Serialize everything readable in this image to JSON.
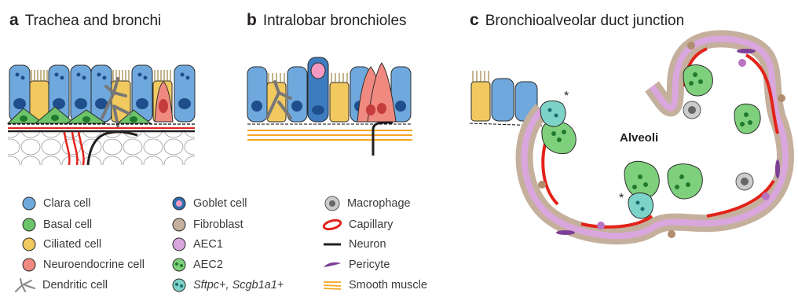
{
  "panels": [
    {
      "letter": "a",
      "title": "Trachea and bronchi"
    },
    {
      "letter": "b",
      "title": "Intralobar bronchioles"
    },
    {
      "letter": "c",
      "title": "Bronchioalveolar duct junction"
    }
  ],
  "diagram_labels": {
    "alveoli": "Alveoli",
    "asterisk": "*"
  },
  "legend": [
    {
      "label": "Clara cell",
      "icon": "clara-cell-icon",
      "color": "#6fa8dc"
    },
    {
      "label": "Basal cell",
      "icon": "basal-cell-icon",
      "color": "#6cc46a"
    },
    {
      "label": "Ciliated cell",
      "icon": "ciliated-cell-icon",
      "color": "#f1c95f"
    },
    {
      "label": "Neuroendocrine cell",
      "icon": "neuroendocrine-cell-icon",
      "color": "#f08a80"
    },
    {
      "label": "Dendritic cell",
      "icon": "dendritic-cell-icon",
      "color": "#b0b0b0"
    },
    {
      "label": "Goblet cell",
      "icon": "goblet-cell-icon",
      "color": "#2c6fb0"
    },
    {
      "label": "Fibroblast",
      "icon": "fibroblast-icon",
      "color": "#c5b09d"
    },
    {
      "label": "AEC1",
      "icon": "aec1-icon",
      "color": "#d9a7dd"
    },
    {
      "label": "AEC2",
      "icon": "aec2-icon",
      "color": "#7fd07c"
    },
    {
      "label": "Sftpc+, Scgb1a1+",
      "icon": "double-positive-cell-icon",
      "color": "#7ed3c8"
    },
    {
      "label": "Macrophage",
      "icon": "macrophage-icon",
      "color": "#9b9b9b"
    },
    {
      "label": "Capillary",
      "icon": "capillary-icon",
      "color": "#e2231a"
    },
    {
      "label": "Neuron",
      "icon": "neuron-icon",
      "color": "#231f20"
    },
    {
      "label": "Pericyte",
      "icon": "pericyte-icon",
      "color": "#7b3f98"
    },
    {
      "label": "Smooth muscle",
      "icon": "smooth-muscle-icon",
      "color": "#f5a623"
    }
  ]
}
